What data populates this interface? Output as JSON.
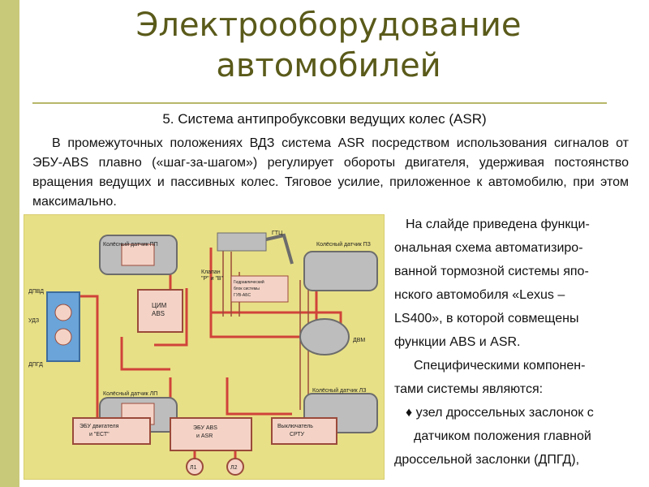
{
  "slide": {
    "title_line1": "Электрооборудование",
    "title_line2": "автомобилей",
    "subtitle": "5. Система антипробуксовки ведущих колес (ASR)",
    "intro": "В промежуточных положениях ВДЗ система ASR посредством использования сигналов от ЭБУ-ABS плавно («шаг-за-шагом») регулирует обороты двигателя, удерживая постоянство вращения ведущих и пассивных колес. Тяговое усилие, приложенное к автомобилю, при этом максимально.",
    "right_lines": [
      "На слайде приведена функци-",
      "ональная схема автоматизиро-",
      "ванной тормозной системы япо-",
      "нского автомобиля «Lexus –",
      "LS400», в которой совмещены",
      "функции ABS и ASR.",
      "Специфическими компонен-",
      "тами системы являются:",
      "♦ узел дроссельных заслонок с",
      "датчиком положения главной",
      "дроссельной заслонки (ДПГД),"
    ]
  },
  "diagram": {
    "labels": {
      "sensor_fl": "Колёсный датчик ПП",
      "sensor_rl": "Колёсный датчик ПЗ",
      "sensor_fr": "Колёсный датчик ЛП",
      "sensor_rr": "Колёсный датчик ЛЗ",
      "gtc": "ГТЦ",
      "valve": "Клапан",
      "valve2": "\"Р\" и \"В\"",
      "module": "Гидравлический",
      "module2": "блок системы",
      "module3": "ГУВ-АБС",
      "cim": "ЦИМ",
      "cim2": "ABS",
      "dpvd": "ДПВД",
      "udz": "УДЗ",
      "dpgd": "ДПГД",
      "dvm": "ДВМ",
      "ecu_engine": "ЭБУ двигателя",
      "ecu_engine2": "и \"ЕСТ\"",
      "ecu_abs": "ЭБУ ABS",
      "ecu_abs2": "и ASR",
      "switch": "Выключатель",
      "switch2": "СРТУ",
      "l1": "Л1",
      "l2": "Л2"
    },
    "colors": {
      "background": "#e8e086",
      "line": "#d0433a",
      "box_fill": "#f4d3c6",
      "box_stroke": "#9a4a3a",
      "wheel": "#bdbdbd",
      "sensor_blue": "#6aa4d8"
    }
  }
}
